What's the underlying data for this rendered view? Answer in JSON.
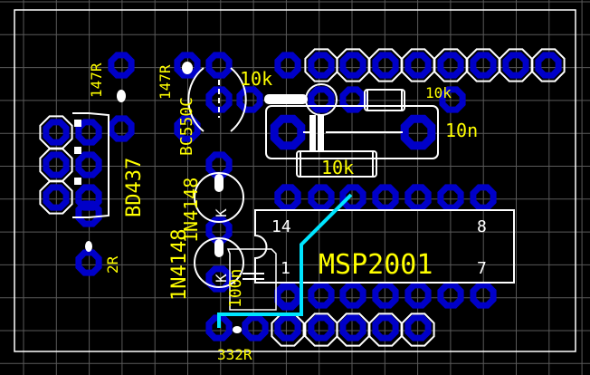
{
  "view": {
    "title": "PCB layout - MSP2001 board"
  },
  "colors": {
    "background": "#000000",
    "grid": "#5a5a5a",
    "pad": "#0000c8",
    "silkscreen": "#ffffff",
    "label": "#ffff00",
    "trace": "#00e5ff"
  },
  "labels": {
    "r1": "147R",
    "r2": "147R",
    "q1": "BC550C",
    "r_10k_a": "10k",
    "r_10k_b": "10k",
    "r_10k_c": "10k",
    "c_10n": "10n",
    "q2": "BD437",
    "d1": "1N4148",
    "d2": "1N4148",
    "c_100n": "100n",
    "r_2r": "2R",
    "r_332r": "332R",
    "ic": "MSP2001",
    "pin14": "14",
    "pin8": "8",
    "pin1": "1",
    "pin7": "7",
    "k1": "K",
    "k2": "K"
  }
}
